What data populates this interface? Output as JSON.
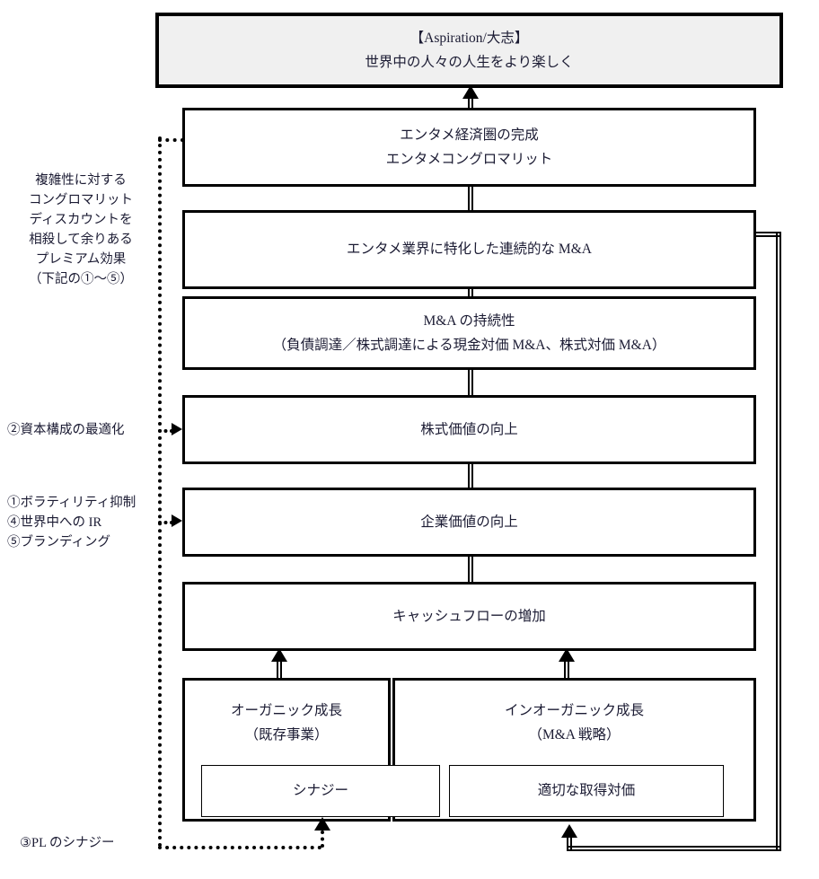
{
  "diagram": {
    "title": "Value creation flow diagram",
    "boxes": {
      "aspiration": {
        "line1": "【Aspiration/大志】",
        "line2": "世界中の人々の人生をより楽しく"
      },
      "ecosystem": {
        "line1": "エンタメ経済圏の完成",
        "line2": "エンタメコングロマリット"
      },
      "ma_serial": {
        "line1": "エンタメ業界に特化した連続的な M&A"
      },
      "ma_sustain": {
        "line1": "M&A の持続性",
        "line2": "（負債調達／株式調達による現金対価 M&A、株式対価 M&A）"
      },
      "equity_value": {
        "line1": "株式価値の向上"
      },
      "enterprise_value": {
        "line1": "企業価値の向上"
      },
      "cashflow": {
        "line1": "キャッシュフローの増加"
      },
      "organic": {
        "line1": "オーガニック成長",
        "line2": "（既存事業）"
      },
      "inorganic": {
        "line1": "インオーガニック成長",
        "line2": "（M&A 戦略）"
      },
      "synergy": {
        "line1": "シナジー"
      },
      "fair_price": {
        "line1": "適切な取得対価"
      }
    },
    "notes": {
      "premium": {
        "lines": [
          "複雑性に対する",
          "コングロマリット",
          "ディスカウントを",
          "相殺して余りある",
          "プレミアム効果",
          "（下記の①〜⑤）"
        ]
      },
      "capital_structure": {
        "lines": [
          "②資本構成の最適化"
        ]
      },
      "volatility_ir_branding": {
        "lines": [
          "①ボラティリティ抑制",
          "④世界中への IR",
          "⑤ブランディング"
        ]
      },
      "pl_synergy": {
        "lines": [
          "③PL のシナジー"
        ]
      }
    },
    "colors": {
      "stroke": "#000000",
      "text": "#1b1b33",
      "aspiration_fill": "#f0f0f0",
      "box_fill": "#ffffff",
      "background": "#ffffff"
    }
  }
}
